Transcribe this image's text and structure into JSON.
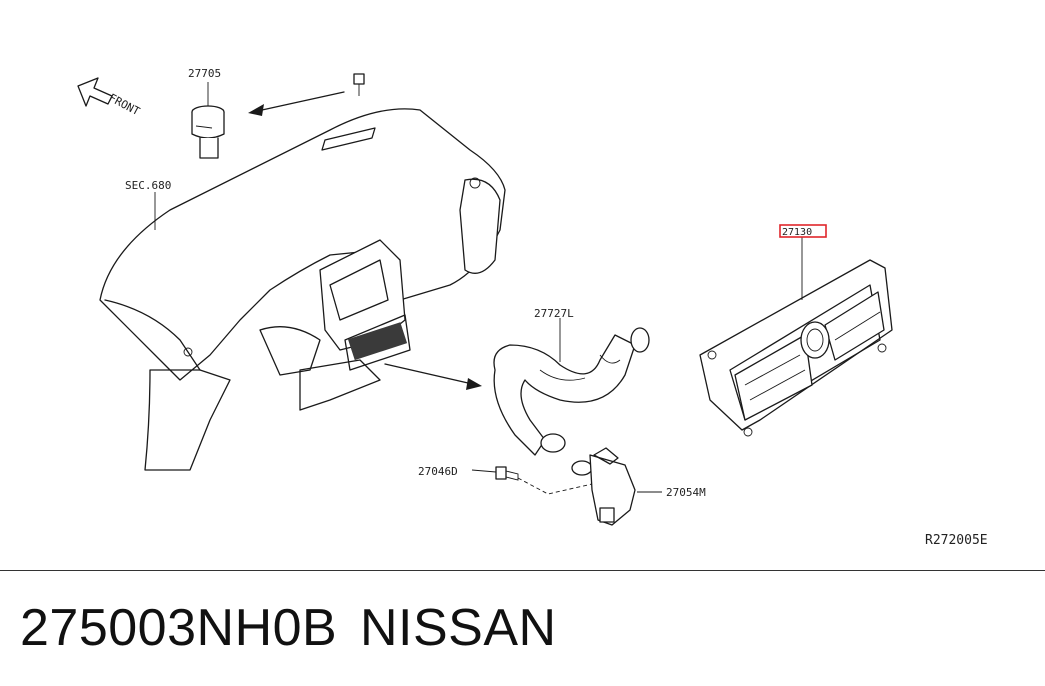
{
  "diagram": {
    "front_label": "FRONT",
    "sec_label": "SEC.680",
    "callouts": {
      "p27705": "27705",
      "p27130": "27130",
      "p27727L": "27727L",
      "p27046D": "27046D",
      "p27054M": "27054M"
    },
    "highlight_color": "#e0262b",
    "reference_code": "R272005E"
  },
  "footer": {
    "part_number": "275003NH0B",
    "brand": "NISSAN"
  }
}
